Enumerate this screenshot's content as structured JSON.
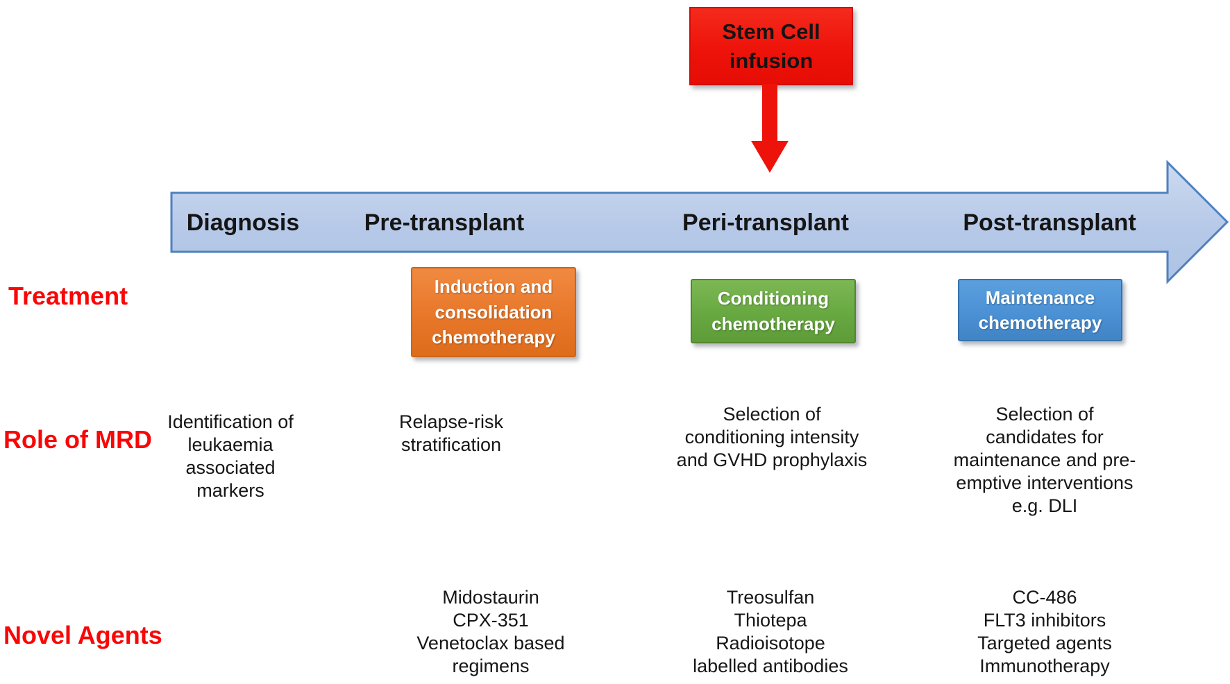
{
  "colors": {
    "accent_red_label": "#F90606",
    "stem_cell_red": "#EE130A",
    "timeline_fill_light_blue": "#B9CCE9",
    "timeline_border_blue": "#4F81BD",
    "induction_orange": "#E87729",
    "conditioning_green": "#68A841",
    "maintenance_blue": "#4B91D4",
    "text_black": "#161616"
  },
  "stem_cell": {
    "label": "Stem Cell\ninfusion"
  },
  "timeline": {
    "phases": [
      {
        "label": "Diagnosis"
      },
      {
        "label": "Pre-transplant"
      },
      {
        "label": "Peri-transplant"
      },
      {
        "label": "Post-transplant"
      }
    ]
  },
  "rows": {
    "treatment": {
      "label": "Treatment",
      "boxes": [
        {
          "name": "induction",
          "text": "Induction and\nconsolidation\nchemotherapy"
        },
        {
          "name": "conditioning",
          "text": "Conditioning\nchemotherapy"
        },
        {
          "name": "maintenance",
          "text": "Maintenance\nchemotherapy"
        }
      ]
    },
    "role_of_mrd": {
      "label": "Role of MRD",
      "items": [
        {
          "phase": "Diagnosis",
          "text": "Identification of\nleukaemia\nassociated\nmarkers"
        },
        {
          "phase": "Pre-transplant",
          "text": "Relapse-risk\nstratification"
        },
        {
          "phase": "Peri-transplant",
          "text": "Selection of\nconditioning intensity\nand GVHD prophylaxis"
        },
        {
          "phase": "Post-transplant",
          "text": "Selection of\ncandidates for\nmaintenance and pre-\nemptive interventions\ne.g. DLI"
        }
      ]
    },
    "novel_agents": {
      "label": "Novel Agents",
      "items": [
        {
          "phase": "Pre-transplant",
          "text": "Midostaurin\nCPX-351\nVenetoclax based\nregimens"
        },
        {
          "phase": "Peri-transplant",
          "text": "Treosulfan\nThiotepa\nRadioisotope\nlabelled antibodies"
        },
        {
          "phase": "Post-transplant",
          "text": "CC-486\nFLT3 inhibitors\nTargeted agents\nImmunotherapy"
        }
      ]
    }
  }
}
